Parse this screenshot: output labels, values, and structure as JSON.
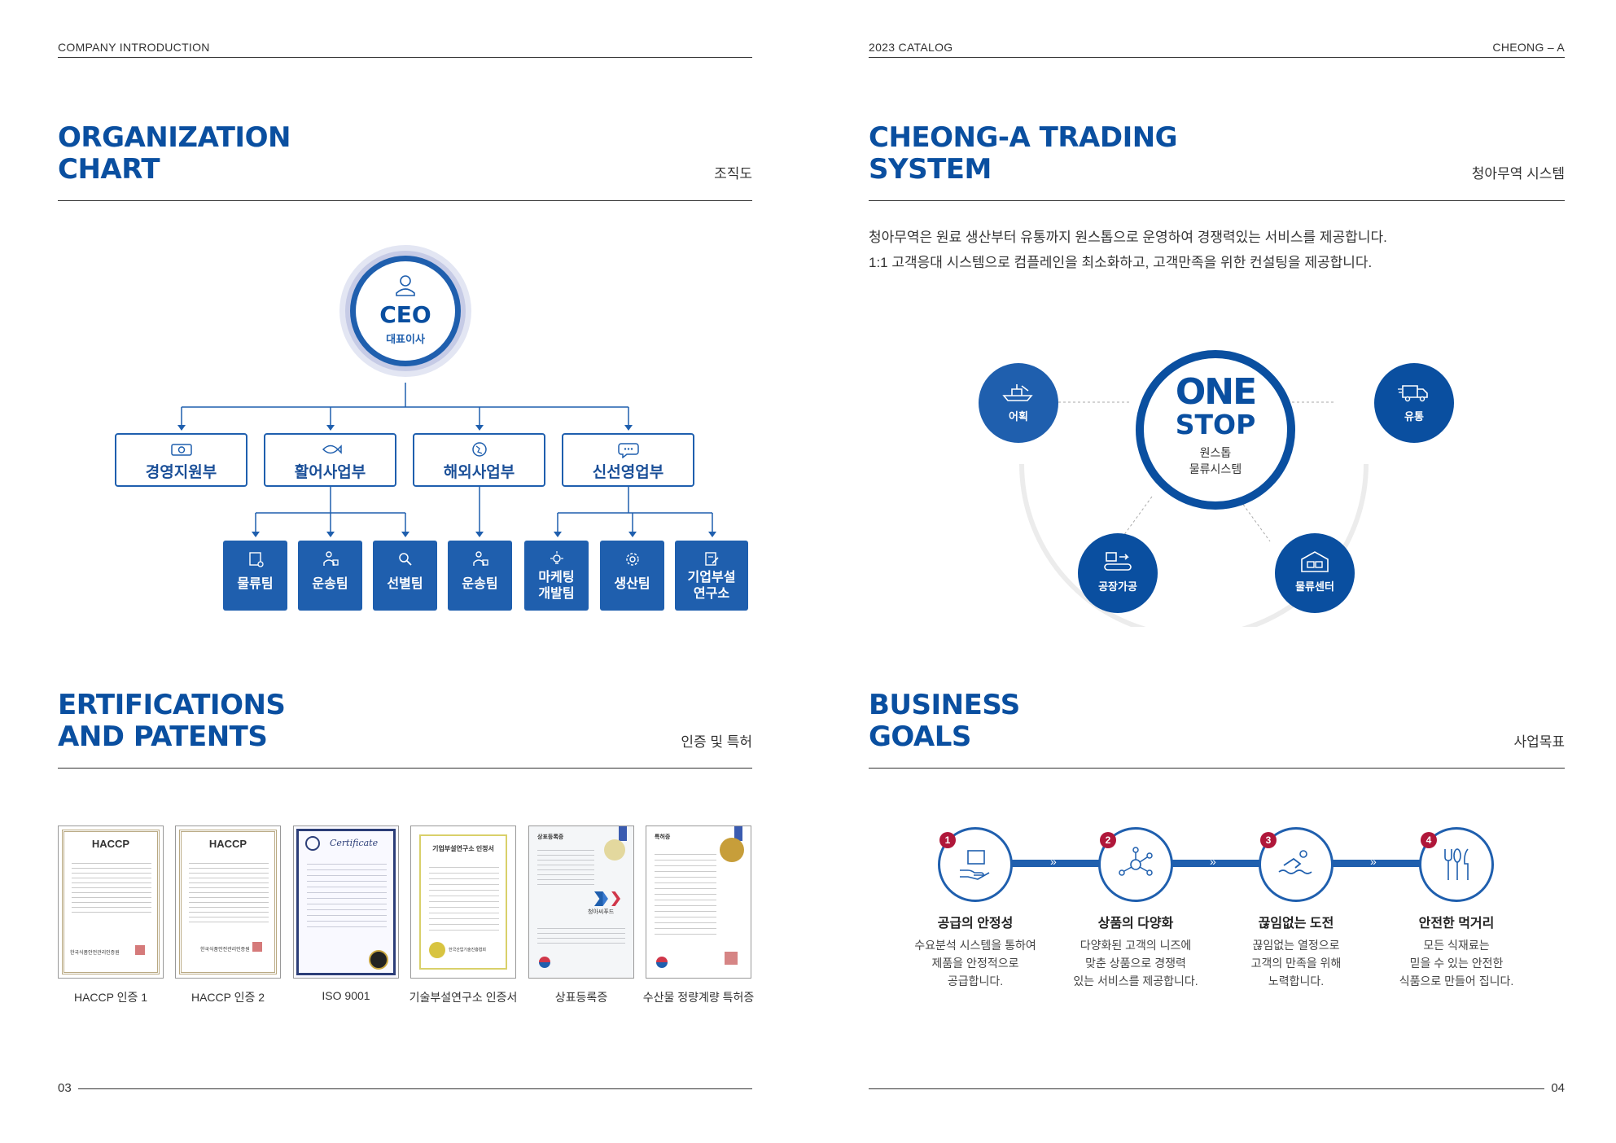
{
  "left_page": {
    "header": "COMPANY INTRODUCTION",
    "page_number": "03",
    "org": {
      "title_line1": "ORGANIZATION",
      "title_line2": "CHART",
      "subtitle": "조직도",
      "ceo_title": "CEO",
      "ceo_sub": "대표이사",
      "departments": [
        "경영지원부",
        "활어사업부",
        "해외사업부",
        "신선영업부"
      ],
      "teams": [
        {
          "line1": "물류팀",
          "line2": ""
        },
        {
          "line1": "운송팀",
          "line2": ""
        },
        {
          "line1": "선별팀",
          "line2": ""
        },
        {
          "line1": "운송팀",
          "line2": ""
        },
        {
          "line1": "마케팅",
          "line2": "개발팀"
        },
        {
          "line1": "생산팀",
          "line2": ""
        },
        {
          "line1": "기업부설",
          "line2": "연구소"
        }
      ]
    },
    "certs": {
      "title_line1": "ERTIFICATIONS",
      "title_line2": "AND PATENTS",
      "subtitle": "인증 및 특허",
      "items": [
        {
          "caption": "HACCP 인증 1",
          "heading": "HACCP",
          "seal": "한국식품안전관리인증원"
        },
        {
          "caption": "HACCP 인증 2",
          "heading": "HACCP",
          "seal": "한국식품안전관리인증원"
        },
        {
          "caption": "ISO 9001",
          "heading": "Certificate",
          "seal": ""
        },
        {
          "caption": "기술부설연구소 인증서",
          "heading": "기업부설연구소 인정서",
          "seal": "한국산업기술진흥협회"
        },
        {
          "caption": "상표등록증",
          "heading": "상표등록증",
          "seal": "청아씨푸드"
        },
        {
          "caption": "수산물 정량계량 특허증",
          "heading": "특허증",
          "seal": ""
        }
      ]
    }
  },
  "right_page": {
    "header_left": "2023 CATALOG",
    "header_right": "CHEONG – A",
    "page_number": "04",
    "system": {
      "title_line1": "CHEONG-A TRADING",
      "title_line2": "SYSTEM",
      "subtitle": "청아무역 시스템",
      "intro_line1": "청아무역은 원료 생산부터 유통까지 원스톱으로 운영하여 경쟁력있는 서비스를 제공합니다.",
      "intro_line2": "1:1 고객응대 시스템으로 컴플레인을 최소화하고, 고객만족을 위한 컨설팅을 제공합니다.",
      "center_line1": "ONE",
      "center_line2": "STOP",
      "center_sub1": "원스톱",
      "center_sub2": "물류시스템",
      "nodes": [
        "어획",
        "유통",
        "공장가공",
        "물류센터"
      ]
    },
    "goals": {
      "title_line1": "BUSINESS",
      "title_line2": "GOALS",
      "subtitle": "사업목표",
      "items": [
        {
          "num": "1",
          "title": "공급의 안정성",
          "d1": "수요분석 시스템을 통하여",
          "d2": "제품을 안정적으로",
          "d3": "공급합니다."
        },
        {
          "num": "2",
          "title": "상품의 다양화",
          "d1": "다양화된 고객의 니즈에",
          "d2": "맞춘 상품으로 경쟁력",
          "d3": "있는 서비스를 제공합니다."
        },
        {
          "num": "3",
          "title": "끊임없는 도전",
          "d1": "끊임없는 열정으로",
          "d2": "고객의 만족을 위해",
          "d3": "노력합니다."
        },
        {
          "num": "4",
          "title": "안전한 먹거리",
          "d1": "모든 식재료는",
          "d2": "믿을 수 있는 안전한",
          "d3": "식품으로 만들어 집니다."
        }
      ],
      "arrow": "»"
    }
  },
  "colors": {
    "brand": "#0a4fa0",
    "team": "#1f5fae",
    "badge": "#b0173a"
  }
}
